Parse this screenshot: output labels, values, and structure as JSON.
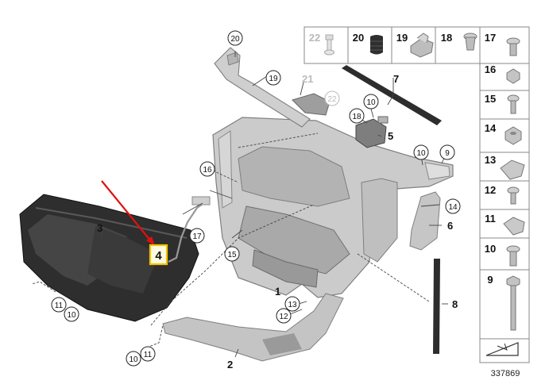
{
  "diagram": {
    "document_number": "337869",
    "highlighted_part": "4",
    "callouts": {
      "c20_top": "20",
      "c19_top": "19",
      "c21_top": "21",
      "c22_top": "22",
      "c10_mid": "10",
      "c18_mid": "18",
      "c5": "5",
      "c7": "7",
      "c10_right": "10",
      "c9_right": "9",
      "c16": "16",
      "c14": "14",
      "c6": "6",
      "c3": "3",
      "c17": "17",
      "c4": "4",
      "c15": "15",
      "c1": "1",
      "c13": "13",
      "c12": "12",
      "c8": "8",
      "c11_left": "11",
      "c10_left": "10",
      "c10_bottom": "10",
      "c11_bottom": "11",
      "c2": "2"
    },
    "legend_top": [
      {
        "num": "22",
        "dim": true
      },
      {
        "num": "20",
        "dim": false
      },
      {
        "num": "19",
        "dim": false
      },
      {
        "num": "18",
        "dim": false
      }
    ],
    "legend_side": [
      "17",
      "16",
      "15",
      "14",
      "13",
      "12",
      "11",
      "10",
      "9"
    ]
  },
  "colors": {
    "part_fill": "#c8c8c8",
    "part_dark": "#8a8a8a",
    "part_black": "#2b2b2b",
    "highlight": "#f2c300",
    "arrow": "#e01010"
  }
}
